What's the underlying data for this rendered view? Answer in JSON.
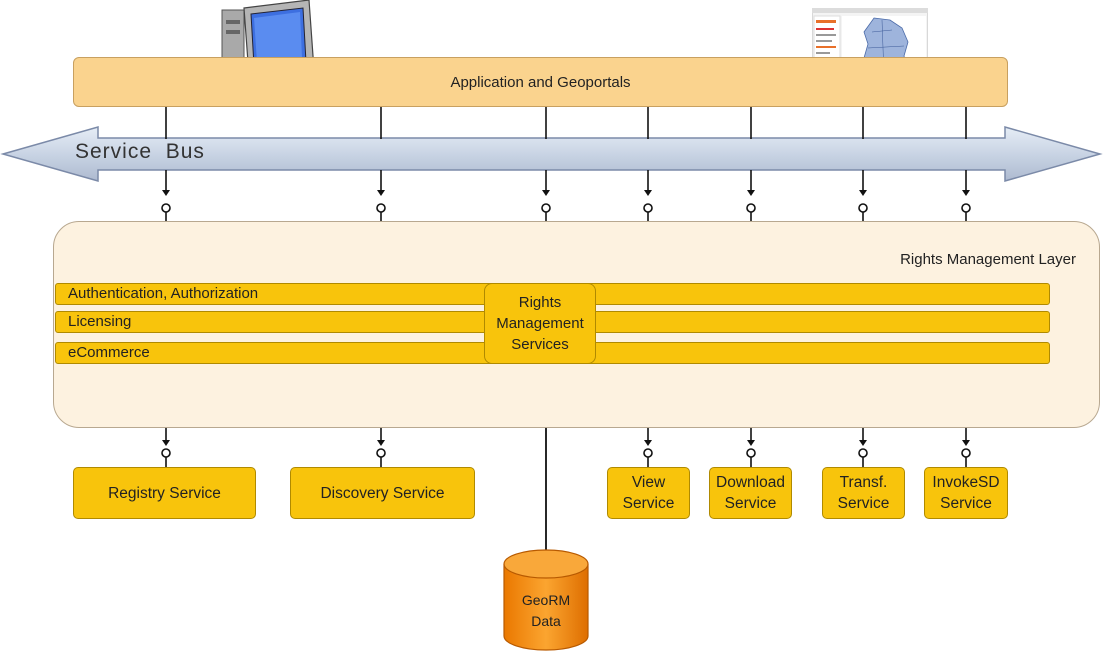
{
  "top": {
    "label": "Application and Geoportals"
  },
  "bus": {
    "label": "Service  Bus"
  },
  "layer": {
    "title": "Rights Management Layer",
    "strips": [
      "Authentication, Authorization",
      "Licensing",
      "eCommerce"
    ],
    "center_lines": [
      "Rights",
      "Management",
      "Services"
    ]
  },
  "services": [
    {
      "lines": [
        "Registry Service"
      ]
    },
    {
      "lines": [
        "Discovery Service"
      ]
    },
    {
      "lines": [
        "View",
        "Service"
      ]
    },
    {
      "lines": [
        "Download",
        "Service"
      ]
    },
    {
      "lines": [
        "Transf.",
        "Service"
      ]
    },
    {
      "lines": [
        "InvokeSD",
        "Service"
      ]
    }
  ],
  "database": {
    "lines": [
      "GeoRM",
      "Data"
    ]
  },
  "colors": {
    "strip": "#f8c40c",
    "app": "#fad38e",
    "layer": "#fdf2e0",
    "db": "#f58a00"
  }
}
